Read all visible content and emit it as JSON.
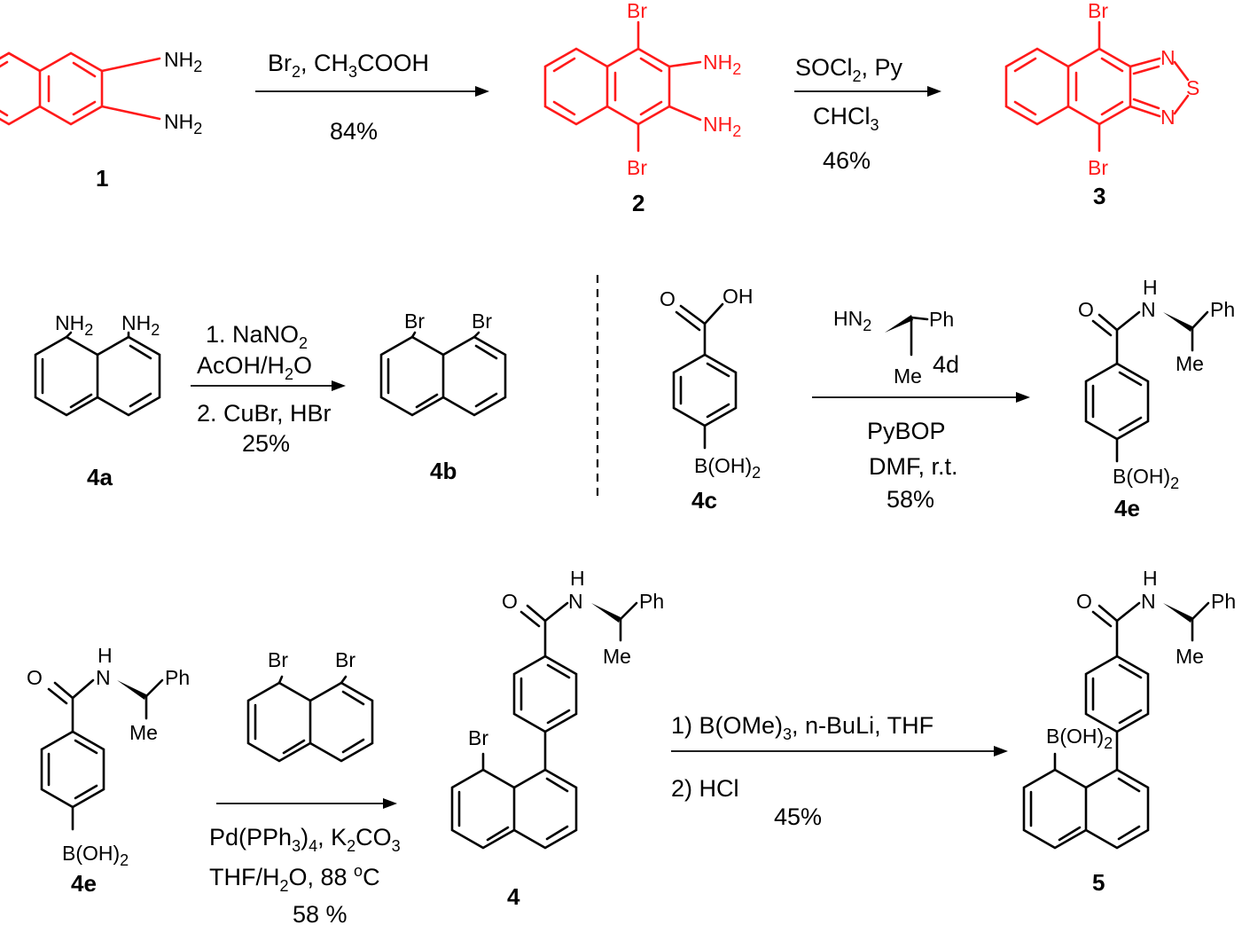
{
  "scheme": {
    "colors": {
      "highlight": "#ff1a1a",
      "ink": "#000000"
    },
    "compounds": {
      "c1": "1",
      "c2": "2",
      "c3": "3",
      "c4a": "4a",
      "c4b": "4b",
      "c4c": "4c",
      "c4e": "4e",
      "c4e_b": "4e",
      "c4": "4",
      "c5": "5"
    },
    "atoms": {
      "nh2": "NH",
      "two": "2",
      "br": "Br",
      "n": "N",
      "s": "S",
      "h": "H",
      "o": "O",
      "oh": "OH",
      "ph": "Ph",
      "me": "Me",
      "boh": "B(OH)",
      "hn": "HN"
    },
    "step1": {
      "reagent_a": "Br",
      "reagent_a_sub": "2",
      "reagent_b": ", CH",
      "reagent_b_sub": "3",
      "reagent_c": "COOH",
      "yield": "84%"
    },
    "step2": {
      "line1_a": "SOCl",
      "line1_sub": "2",
      "line1_b": ", Py",
      "line2_a": "CHCl",
      "line2_sub": "3",
      "yield": "46%"
    },
    "step3": {
      "line1_a": "1. NaNO",
      "line1_sub": "2",
      "line2_a": "AcOH/H",
      "line2_sub": "2",
      "line2_b": "O",
      "line3": "2. CuBr, HBr",
      "yield": "25%"
    },
    "step4": {
      "amine_label": "4d",
      "line1": "PyBOP",
      "line2": "DMF, r.t.",
      "yield": "58%"
    },
    "step5": {
      "line1_a": "Pd(PPh",
      "line1_sub": "3",
      "line1_b": ")",
      "line1_sub2": "4",
      "line1_c": ", K",
      "line1_sub3": "2",
      "line1_d": "CO",
      "line1_sub4": "3",
      "line2_a": "THF/H",
      "line2_sub": "2",
      "line2_b": "O, 88 ",
      "line2_sup": "o",
      "line2_c": "C",
      "yield": "58 %"
    },
    "step6": {
      "line1_a": "1) B(OMe)",
      "line1_sub": "3",
      "line1_b": ", n-BuLi, THF",
      "line2": "2) HCl",
      "yield": "45%"
    }
  }
}
